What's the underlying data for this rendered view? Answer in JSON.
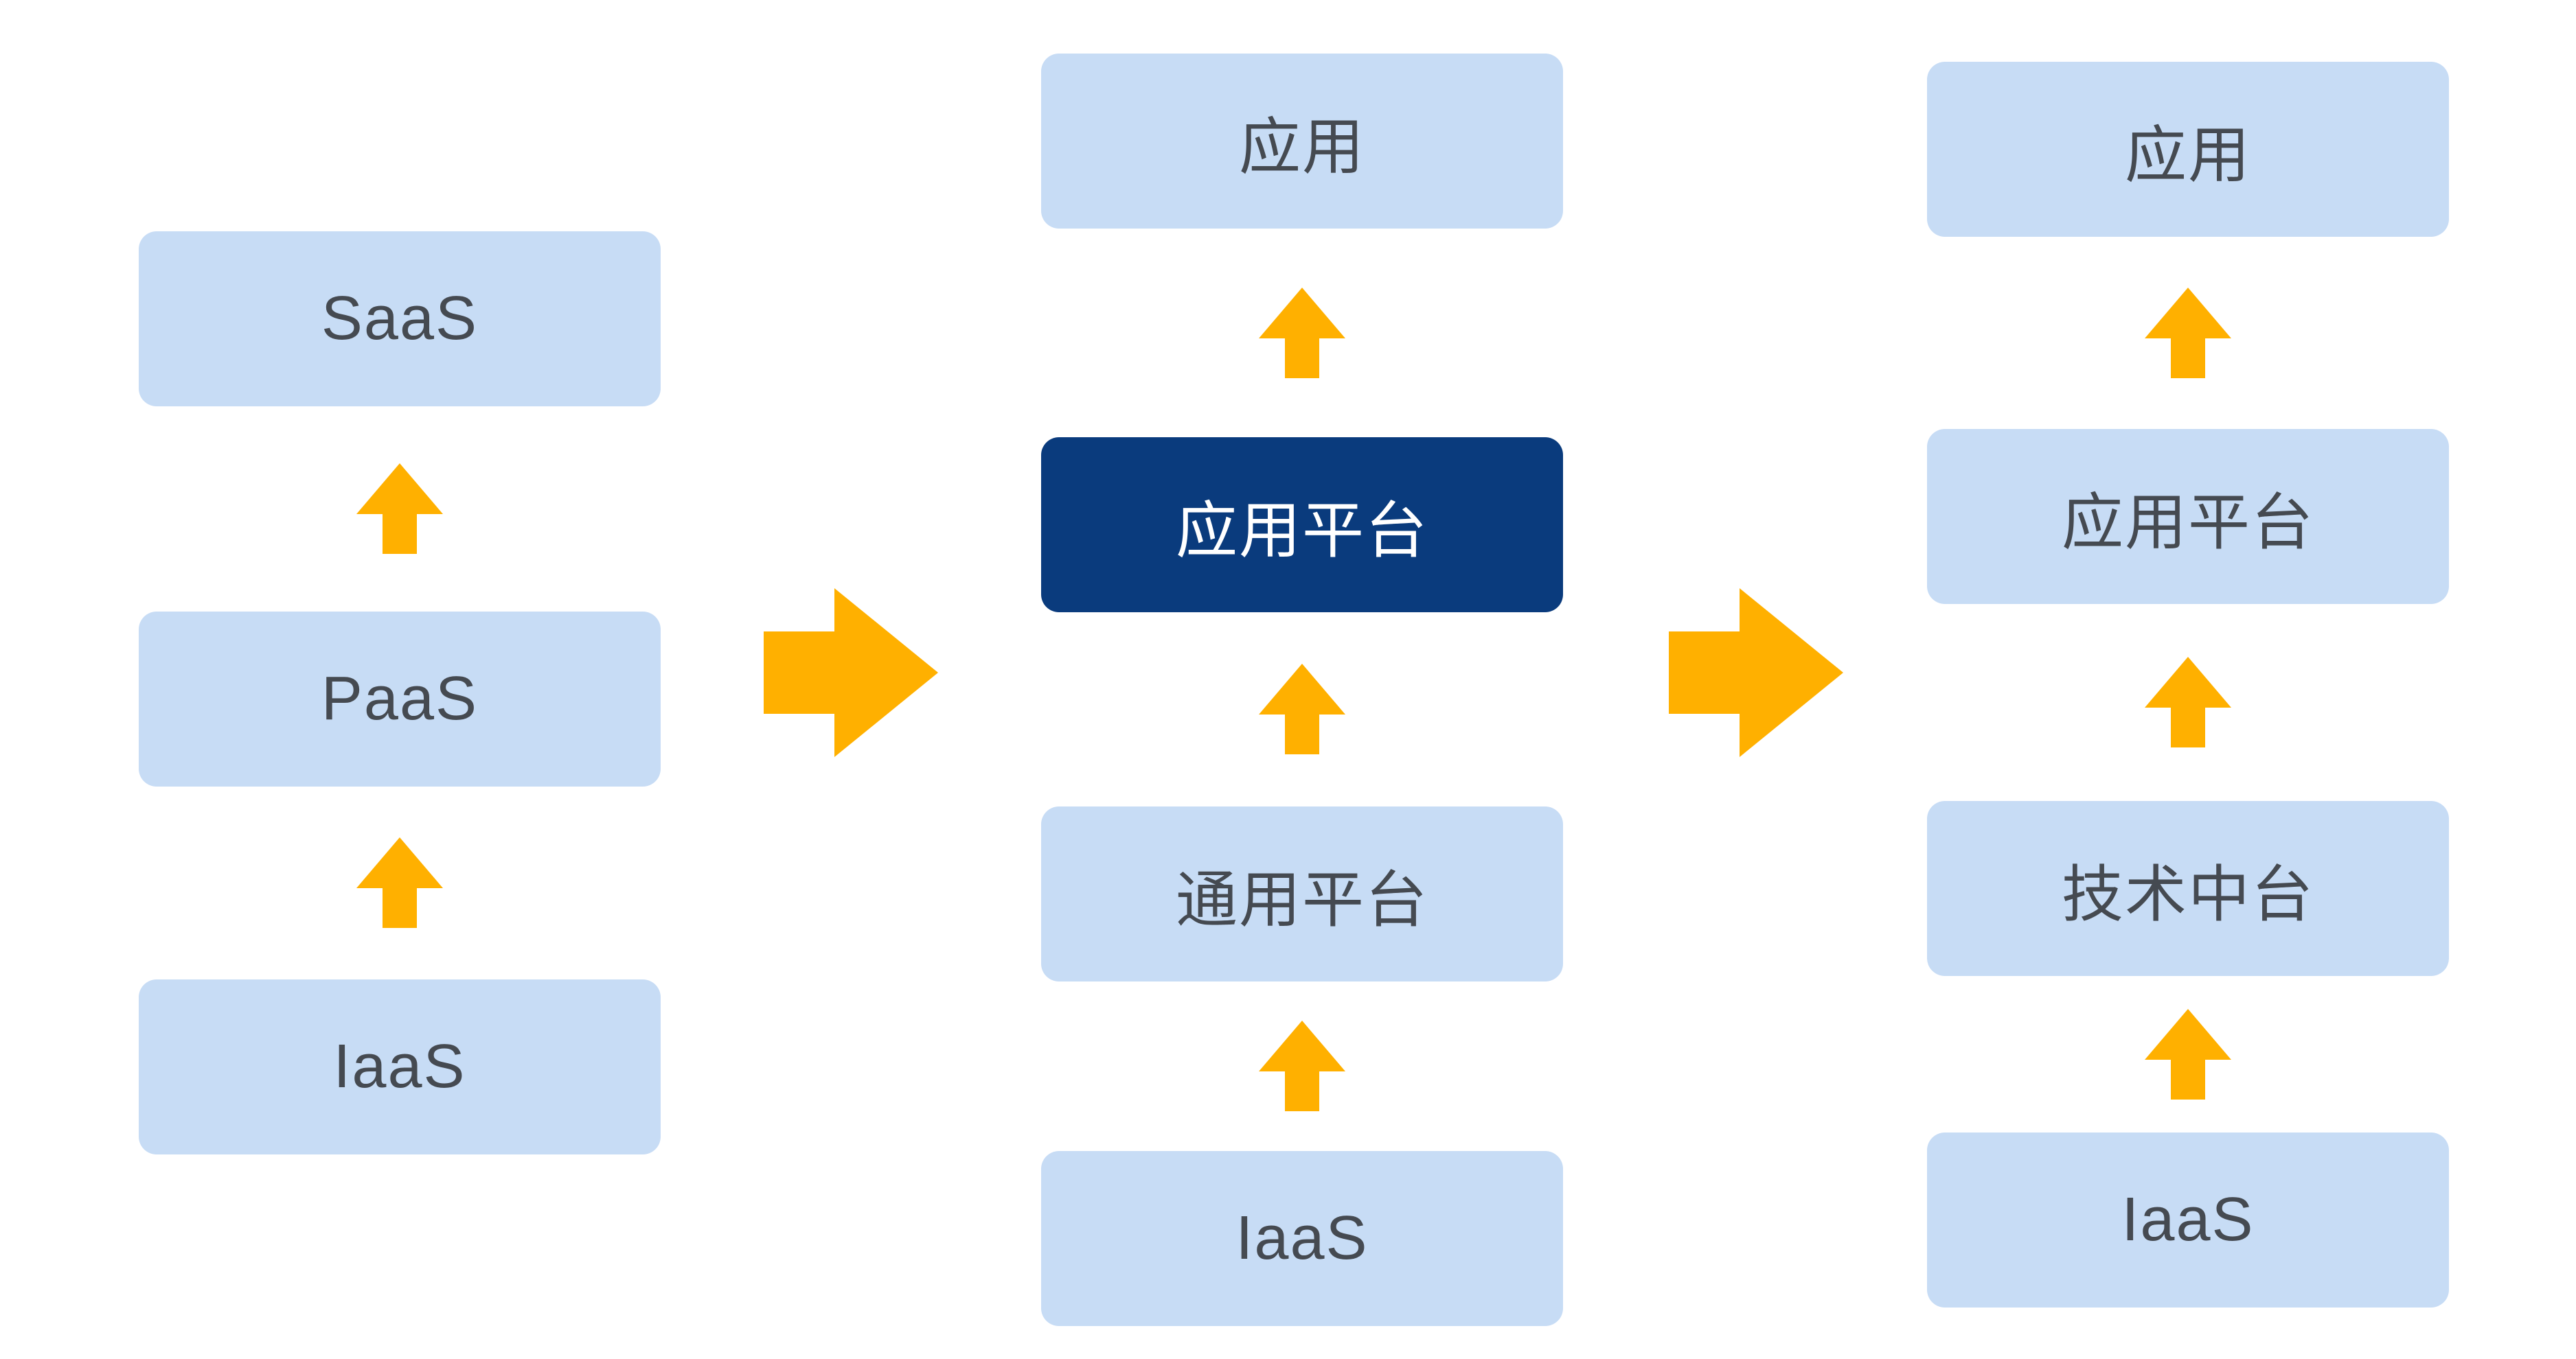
{
  "diagram": {
    "background": "#FFFFFF",
    "colors": {
      "background": "#FFFFFF",
      "box_light": "#C7DCF5",
      "box_dark": "#0A3B7D",
      "arrow": "#FFB000",
      "text_dark": "#454A51",
      "text_light": "#FFFFFF"
    },
    "icons": {
      "up_arrow": "up-arrow-icon",
      "right_arrow": "right-arrow-icon"
    },
    "columns": [
      {
        "id": "stage-1-cloud-stack",
        "boxes": [
          {
            "label": "SaaS",
            "variant": "light"
          },
          {
            "label": "PaaS",
            "variant": "light"
          },
          {
            "label": "IaaS",
            "variant": "light"
          }
        ]
      },
      {
        "id": "stage-2-platform-stack",
        "boxes": [
          {
            "label": "应用",
            "variant": "light"
          },
          {
            "label": "应用平台",
            "variant": "dark"
          },
          {
            "label": "通用平台",
            "variant": "light"
          },
          {
            "label": "IaaS",
            "variant": "light"
          }
        ]
      },
      {
        "id": "stage-3-middle-platform-stack",
        "boxes": [
          {
            "label": "应用",
            "variant": "light"
          },
          {
            "label": "应用平台",
            "variant": "light"
          },
          {
            "label": "技术中台",
            "variant": "light"
          },
          {
            "label": "IaaS",
            "variant": "light"
          }
        ]
      }
    ]
  }
}
